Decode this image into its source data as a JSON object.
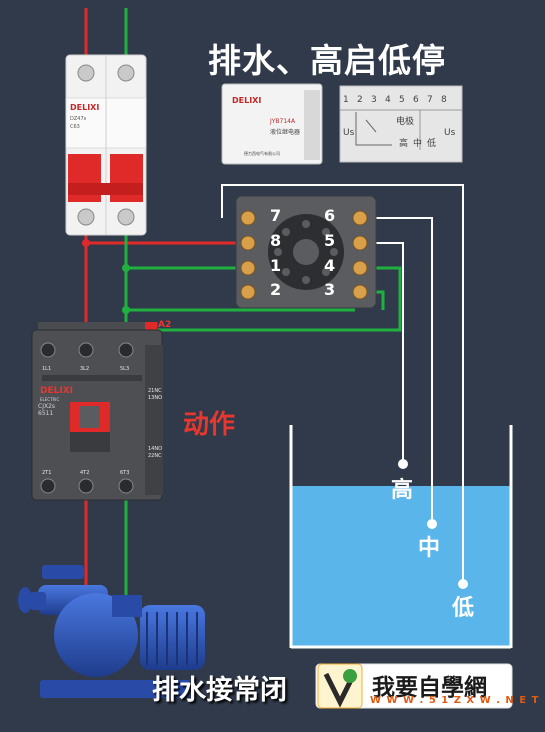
{
  "title": "排水、高启低停",
  "action_label": "动作",
  "subtitle": "排水接常闭",
  "water_levels": {
    "high": "高",
    "mid": "中",
    "low": "低"
  },
  "breaker": {
    "brand": "DELIXI",
    "model": "DZ47s",
    "rating": "C63"
  },
  "contactor": {
    "brand": "DELIXI",
    "brand_sub": "ELECTRIC",
    "model": "CJX2s",
    "model_no": "6511",
    "coil_terminal": "A2",
    "top_terminals": [
      "1L1",
      "3L2",
      "5L3"
    ],
    "bottom_terminals": [
      "2T1",
      "4T2",
      "6T3"
    ],
    "aux_top": [
      "21NC",
      "13NO"
    ],
    "aux_bottom": [
      "14NO",
      "22NC"
    ]
  },
  "relay": {
    "terminal_numbers": [
      "7",
      "6",
      "8",
      "5",
      "1",
      "4",
      "2",
      "3"
    ],
    "photo_brand": "DELIXI",
    "photo_model": "JYB714A",
    "photo_label": "液位继电器",
    "photo_maker": "德力西电气有限公司"
  },
  "pin_diagram": {
    "numbers": [
      "1",
      "2",
      "3",
      "4",
      "5",
      "6",
      "7",
      "8"
    ],
    "labels": {
      "left": "Us",
      "right": "Us",
      "electrode": "电极",
      "high": "高",
      "mid": "中",
      "low": "低"
    }
  },
  "watermark": {
    "main": "我要自學網",
    "url": "W W W . 5 1 Z X W . N E T"
  },
  "colors": {
    "background": "#303a4b",
    "wire_red": "#e02a2a",
    "wire_green": "#20b040",
    "wire_white": "#ffffff",
    "water": "#5ab6ea",
    "title_text": "#ffffff",
    "action_text": "#e8382d",
    "pump_blue": "#2e55b8"
  }
}
